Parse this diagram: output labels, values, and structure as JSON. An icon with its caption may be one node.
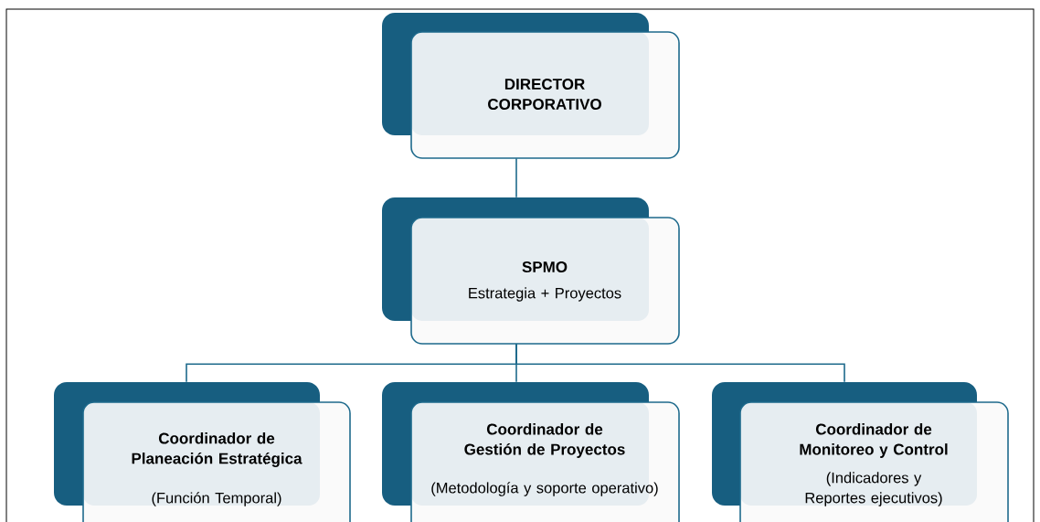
{
  "diagram": {
    "nodes": [
      {
        "text": [
          "DIRECTOR CORPORATIVO"
        ]
      },
      {
        "text": [
          "SPMO",
          "Estrategia + Proyectos"
        ]
      },
      {
        "text": [
          "Coordinador de Planeación Estratégica",
          "(Función Temporal)"
        ]
      },
      {
        "text": [
          "Coordinador de Gestión de Proyectos",
          "(Metodología y soporte operativo)"
        ]
      },
      {
        "text": [
          "Coordinador de Monitoreo y Control",
          "(Indicadores y Reportes ejecutivos)"
        ]
      }
    ],
    "edges": [
      {
        "from": 0,
        "to": 1,
        "arrow": "none"
      },
      {
        "from": 1,
        "to": 2,
        "arrow": "none"
      },
      {
        "from": 1,
        "to": 3,
        "arrow": "none"
      },
      {
        "from": 1,
        "to": 4,
        "arrow": "none"
      }
    ]
  }
}
